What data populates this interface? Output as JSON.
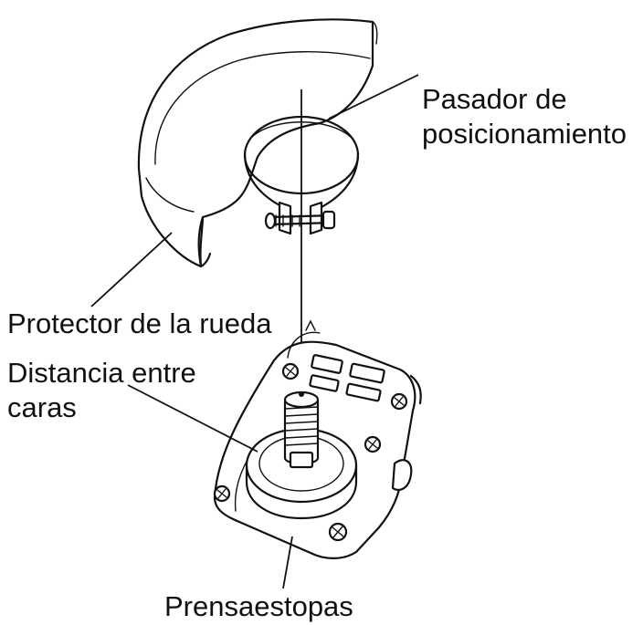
{
  "figure": {
    "labels": {
      "positioning_pin": [
        "Pasador de",
        "posicionamiento"
      ],
      "wheel_guard": "Protector de la rueda",
      "flat_distance": [
        "Distancia entre",
        "caras"
      ],
      "gland_box": "Prensaestopas"
    }
  }
}
